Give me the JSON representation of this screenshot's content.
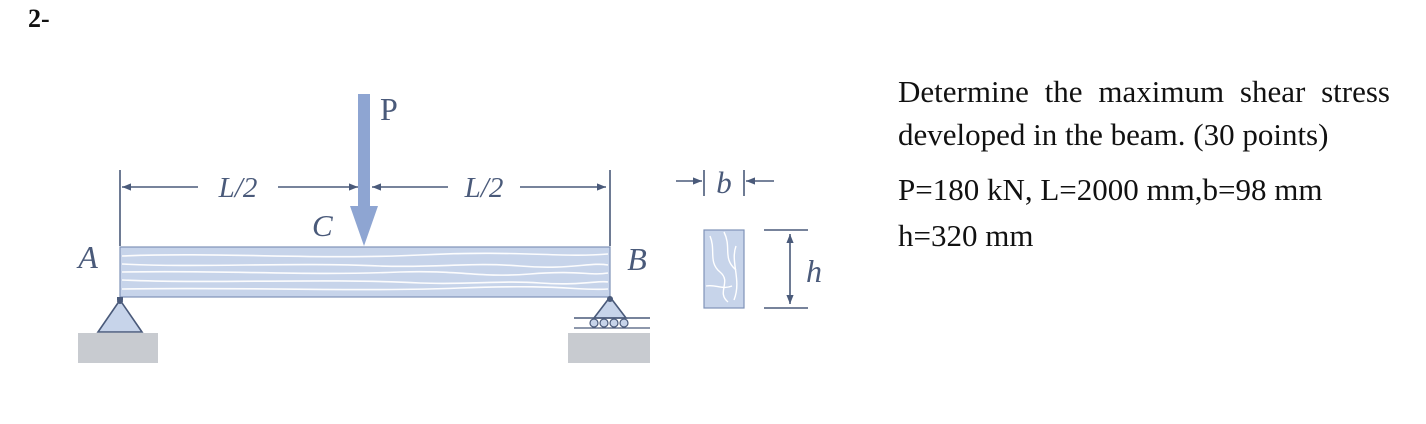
{
  "question_number": "2-",
  "diagram": {
    "load_label": "P",
    "span_left": "L/2",
    "span_right": "L/2",
    "point_c": "C",
    "support_a": "A",
    "support_b": "B",
    "width_label": "b",
    "height_label": "h",
    "colors": {
      "beam": "#c7d4ea",
      "arrow": "#8ea5d2",
      "line": "#4a5a7a",
      "ground": "#c8cbd0"
    }
  },
  "problem": {
    "statement": "Determine the maximum shear stress developed in the beam. (30 points)",
    "params_line1": "P=180 kN, L=2000 mm,b=98 mm",
    "params_line2": "h=320 mm"
  }
}
